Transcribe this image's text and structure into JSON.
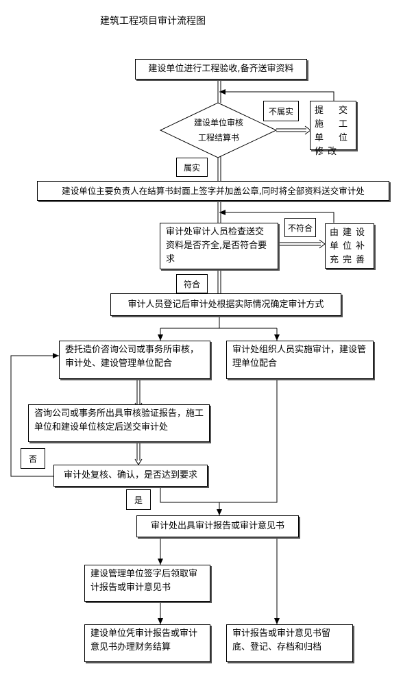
{
  "title": "建筑工程项目审计流程图",
  "nodes": {
    "step1": "建设单位进行工程验收,备齐送审资料",
    "decision1_line1": "建设单位审核",
    "decision1_line2": "工程结算书",
    "submit_fix": "提交施工单位修改",
    "step2": "建设单位主要负责人在结算书封面上签字并加盖公章,同时将全部资料送交审计处",
    "check": "审计处审计人员检查送交资料是否齐全,是否符合要求",
    "supplement": "由建设单位补充完善",
    "register": "审计人员登记后审计处根据实际情况确定审计方式",
    "entrust": "委托造价咨询公司或事务所审核，审计处、建设管理单位配合",
    "self_audit": "审计处组织人员实施审计，建设管理单位配合",
    "report_check": "咨询公司或事务所出具审核验证报告，施工单位和建设单位核定后送交审计处",
    "recheck": "审计处复核、确认，是否达到要求",
    "issue": "审计处出具审计报告或审计意见书",
    "sign": "建设管理单位签字后领取审计报告或审计意见书",
    "settle": "建设单位凭审计报告或审计意见书办理财务结算",
    "archive": "审计报告或审计意见书留底、登记、存档和归档"
  },
  "labels": {
    "not_true": "不属实",
    "true": "属实",
    "not_conform": "不符合",
    "conform": "符合",
    "no": "否",
    "yes": "是"
  },
  "colors": {
    "line": "#000000",
    "box_border": "#000000"
  }
}
